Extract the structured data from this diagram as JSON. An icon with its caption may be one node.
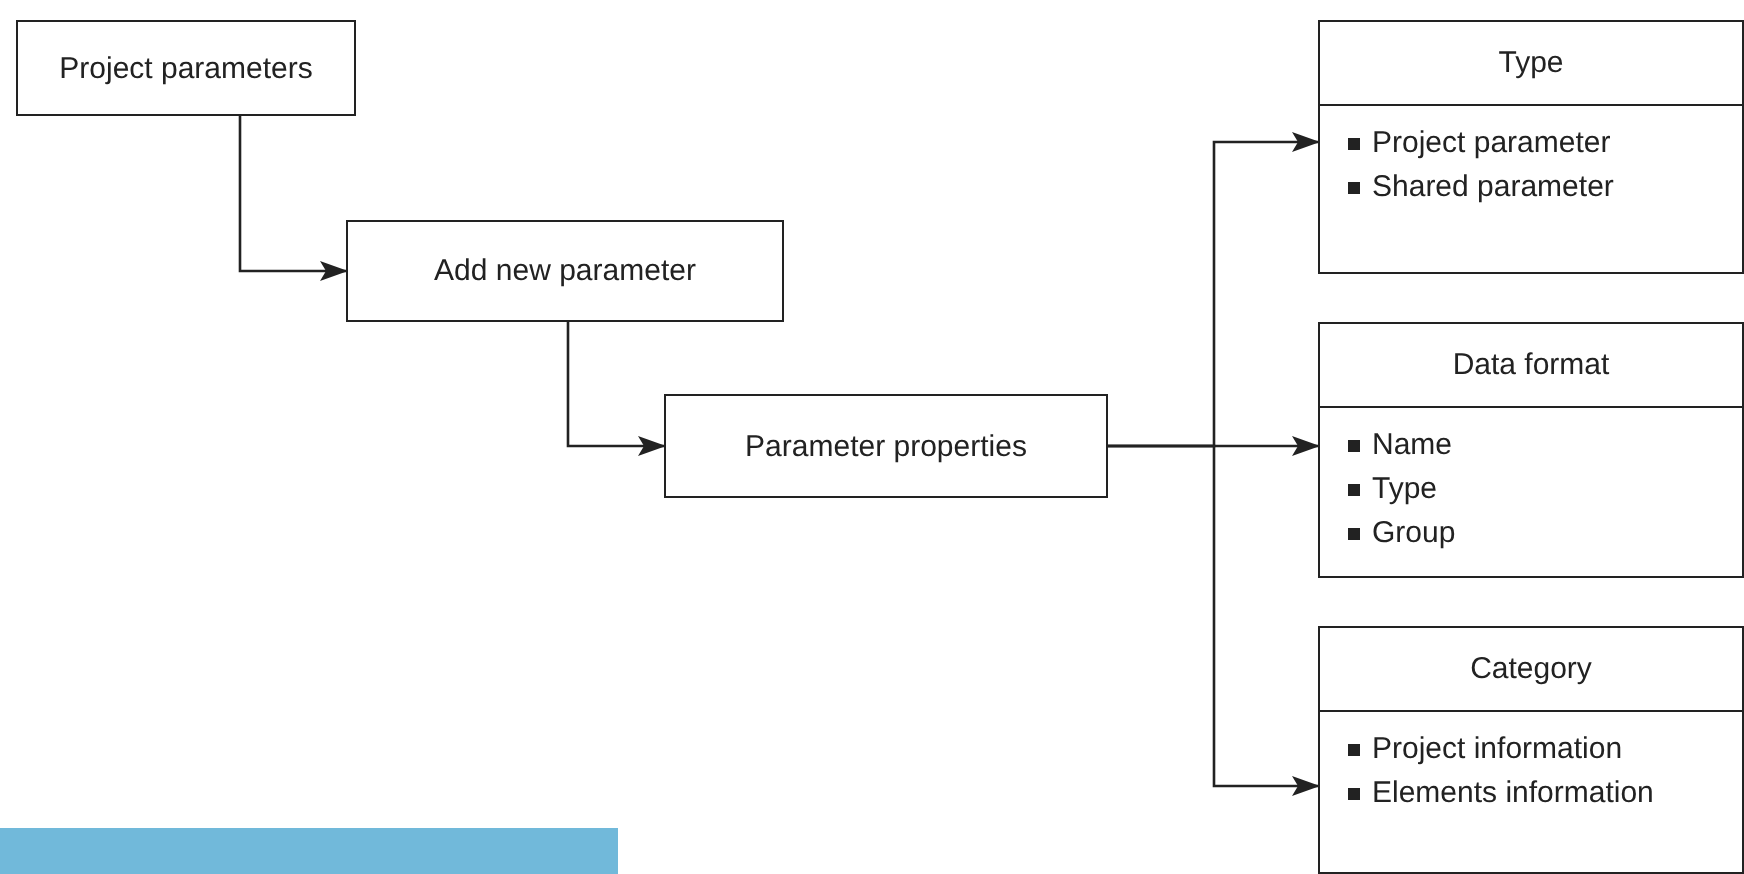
{
  "diagram": {
    "nodes": [
      {
        "text": [
          "Project parameters"
        ]
      },
      {
        "text": [
          "Add new parameter"
        ]
      },
      {
        "text": [
          "Parameter properties"
        ]
      },
      {
        "text": [
          "Type",
          "Project parameter",
          "Shared parameter"
        ]
      },
      {
        "text": [
          "Data format",
          "Name",
          "Type",
          "Group"
        ]
      },
      {
        "text": [
          "Category",
          "Project information",
          "Elements information"
        ]
      }
    ],
    "edges": [
      {
        "from": 0,
        "to": 1,
        "arrow": "to"
      },
      {
        "from": 1,
        "to": 2,
        "arrow": "to"
      },
      {
        "from": 2,
        "to": 3,
        "arrow": "to"
      },
      {
        "from": 2,
        "to": 4,
        "arrow": "to"
      },
      {
        "from": 2,
        "to": 5,
        "arrow": "to"
      }
    ]
  }
}
